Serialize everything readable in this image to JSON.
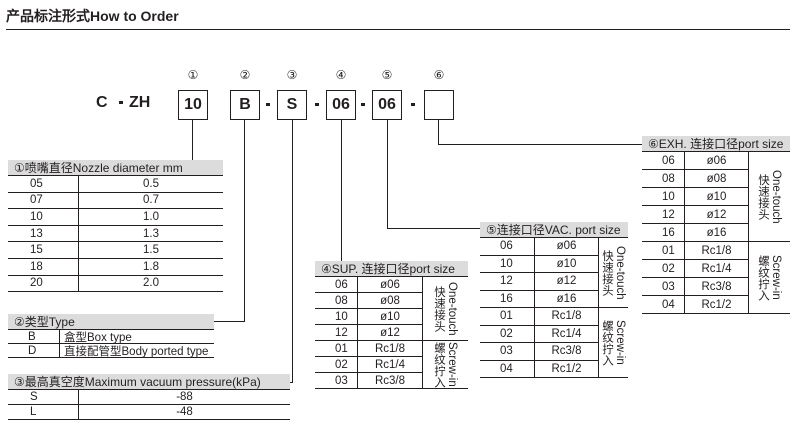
{
  "title": "产品标注形式How to Order",
  "code": {
    "prefix1": "C",
    "prefix2": "ZH",
    "boxes": [
      {
        "num": "①",
        "value": "10"
      },
      {
        "num": "②",
        "value": "B"
      },
      {
        "num": "③",
        "value": "S"
      },
      {
        "num": "④",
        "value": "06"
      },
      {
        "num": "⑤",
        "value": "06"
      },
      {
        "num": "⑥",
        "value": ""
      }
    ]
  },
  "tables": {
    "nozzle": {
      "title": "①喷嘴直径Nozzle diameter  mm",
      "rows": [
        [
          "05",
          "0.5"
        ],
        [
          "07",
          "0.7"
        ],
        [
          "10",
          "1.0"
        ],
        [
          "13",
          "1.3"
        ],
        [
          "15",
          "1.5"
        ],
        [
          "18",
          "1.8"
        ],
        [
          "20",
          "2.0"
        ]
      ]
    },
    "type": {
      "title": "②类型Type",
      "rows": [
        [
          "B",
          "盒型Box type"
        ],
        [
          "D",
          "直接配管型Body ported type"
        ]
      ]
    },
    "pressure": {
      "title": "③最高真空度Maximum vacuum pressure(kPa)",
      "rows": [
        [
          "S",
          "-88"
        ],
        [
          "L",
          "-48"
        ]
      ]
    },
    "sup": {
      "title": "④SUP. 连接口径port size",
      "rows": [
        [
          "06",
          "ø06"
        ],
        [
          "08",
          "ø08"
        ],
        [
          "10",
          "ø10"
        ],
        [
          "12",
          "ø12"
        ],
        [
          "01",
          "Rc1/8"
        ],
        [
          "02",
          "Rc1/4"
        ],
        [
          "03",
          "Rc3/8"
        ]
      ],
      "groups": [
        {
          "zh": "快速接头",
          "en": "One-touch",
          "span": 4
        },
        {
          "zh": "螺纹拧入",
          "en": "Screw-in",
          "span": 3
        }
      ]
    },
    "vac": {
      "title": "⑤连接口径VAC. port size",
      "rows": [
        [
          "06",
          "ø06"
        ],
        [
          "10",
          "ø10"
        ],
        [
          "12",
          "ø12"
        ],
        [
          "16",
          "ø16"
        ],
        [
          "01",
          "Rc1/8"
        ],
        [
          "02",
          "Rc1/4"
        ],
        [
          "03",
          "Rc3/8"
        ],
        [
          "04",
          "Rc1/2"
        ]
      ],
      "groups": [
        {
          "zh": "快速接头",
          "en": "One-touch",
          "span": 4
        },
        {
          "zh": "螺纹拧入",
          "en": "Screw-in",
          "span": 4
        }
      ]
    },
    "exh": {
      "title": "⑥EXH. 连接口径port size",
      "rows": [
        [
          "06",
          "ø06"
        ],
        [
          "08",
          "ø08"
        ],
        [
          "10",
          "ø10"
        ],
        [
          "12",
          "ø12"
        ],
        [
          "16",
          "ø16"
        ],
        [
          "01",
          "Rc1/8"
        ],
        [
          "02",
          "Rc1/4"
        ],
        [
          "03",
          "Rc3/8"
        ],
        [
          "04",
          "Rc1/2"
        ]
      ],
      "groups": [
        {
          "zh": "快速接头",
          "en": "One-touch",
          "span": 5
        },
        {
          "zh": "螺纹拧入",
          "en": "Screw-in",
          "span": 4
        }
      ]
    }
  }
}
